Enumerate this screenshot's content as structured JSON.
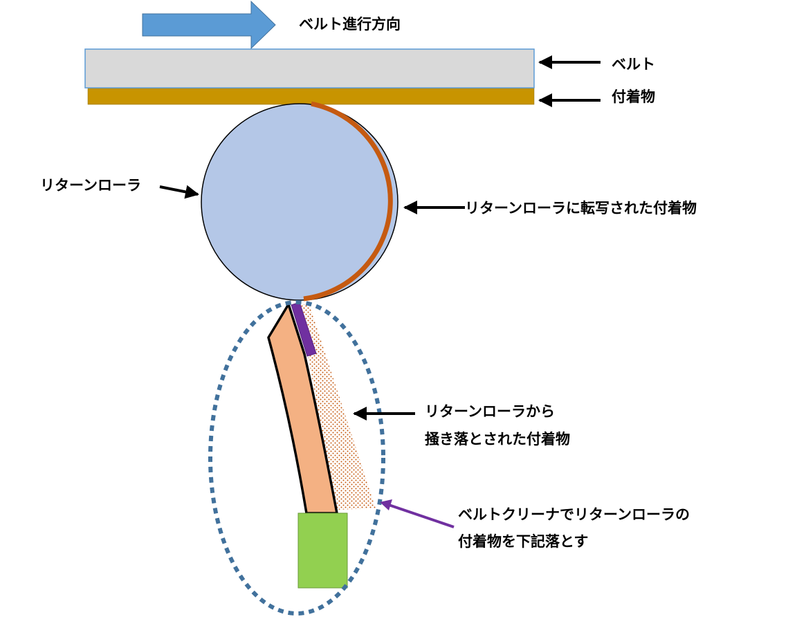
{
  "labels": {
    "belt_direction": "ベルト進行方向",
    "belt": "ベルト",
    "deposit": "付着物",
    "return_roller": "リターンローラ",
    "transferred_deposit": "リターンローラに転写された付着物",
    "scraped_line1": "リターンローラから",
    "scraped_line2": "掻き落とされた付着物",
    "cleaner_line1": "ベルトクリーナでリターンローラの",
    "cleaner_line2": "付着物を下記落とす"
  },
  "colors": {
    "direction_arrow": "#5b9bd5",
    "belt_fill": "#d9d9d9",
    "belt_border": "#5b9bd5",
    "deposit_layer": "#c89400",
    "roller_fill": "#b4c7e7",
    "roller_deposit": "#c55a11",
    "scraper_blade": "#f4b183",
    "scraper_tip": "#7030a0",
    "scraped_particles": "#c55a11",
    "cleaner_base": "#92d050",
    "highlight_ellipse": "#41719c",
    "pointer_arrow": "#000000",
    "cleaner_pointer_arrow": "#7030a0"
  }
}
